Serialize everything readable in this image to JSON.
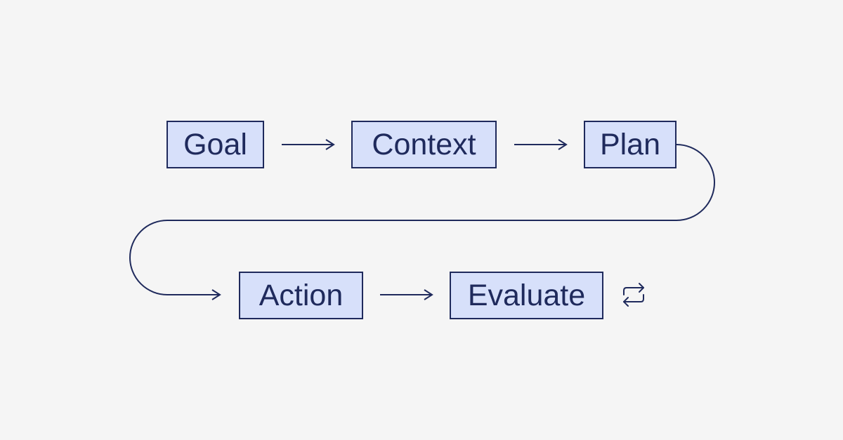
{
  "colors": {
    "background": "#f5f5f5",
    "node_fill": "#d7e0fa",
    "stroke": "#1f2a5c"
  },
  "diagram": {
    "nodes": [
      {
        "id": "goal",
        "label": "Goal"
      },
      {
        "id": "context",
        "label": "Context"
      },
      {
        "id": "plan",
        "label": "Plan"
      },
      {
        "id": "action",
        "label": "Action"
      },
      {
        "id": "evaluate",
        "label": "Evaluate"
      }
    ],
    "edges": [
      {
        "from": "goal",
        "to": "context"
      },
      {
        "from": "context",
        "to": "plan"
      },
      {
        "from": "plan",
        "to": "action"
      },
      {
        "from": "action",
        "to": "evaluate"
      }
    ],
    "loop_icon": "repeat-icon"
  }
}
